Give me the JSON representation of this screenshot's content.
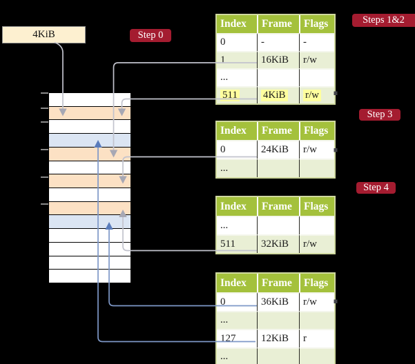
{
  "colors": {
    "background": "#000000",
    "table_header_green": "#a4c13c",
    "table_row_green": "#e9efd5",
    "table_row_white": "#ffffff",
    "table_outer_border": "#d0d9a0",
    "badge_red": "#a41c30",
    "page_box_cream": "#fdf0d0",
    "memory_orange": "#fce1c4",
    "memory_blue": "#dbe5f3",
    "highlight_yellow": "#ffff9e",
    "connector_gray": "#c2c3cd",
    "connector_gray_head": "#a7a8b4",
    "connector_blue": "#7e98c8",
    "connector_blue_head": "#5a7cbb",
    "nub_dark": "#44454a",
    "tick_gray": "#8a8a8a"
  },
  "page_box": {
    "label": "4KiB"
  },
  "badges": {
    "step0": "Step 0",
    "steps12": "Steps 1&2",
    "step3": "Step 3",
    "step4": "Step 4"
  },
  "memory": {
    "rows": [
      "white",
      "orange",
      "white",
      "blue",
      "orange",
      "white",
      "orange",
      "white",
      "orange",
      "blue",
      "white",
      "white",
      "white",
      "white"
    ]
  },
  "tables": [
    {
      "name": "page-table-steps-1-2",
      "headers": [
        "Index",
        "Frame",
        "Flags"
      ],
      "rows": [
        {
          "index": "0",
          "frame": "-",
          "flags": "-"
        },
        {
          "index": "1",
          "frame": "16KiB",
          "flags": "r/w"
        },
        {
          "index": "...",
          "frame": "",
          "flags": ""
        },
        {
          "index": "511",
          "frame": "4KiB",
          "flags": "r/w",
          "highlighted": true
        }
      ]
    },
    {
      "name": "page-table-step-3",
      "headers": [
        "Index",
        "Frame",
        "Flags"
      ],
      "rows": [
        {
          "index": "0",
          "frame": "24KiB",
          "flags": "r/w"
        },
        {
          "index": "...",
          "frame": "",
          "flags": ""
        }
      ]
    },
    {
      "name": "page-table-step-4-upper",
      "headers": [
        "Index",
        "Frame",
        "Flags"
      ],
      "rows": [
        {
          "index": "...",
          "frame": "",
          "flags": ""
        },
        {
          "index": "511",
          "frame": "32KiB",
          "flags": "r/w"
        }
      ]
    },
    {
      "name": "page-table-step-4-lower",
      "headers": [
        "Index",
        "Frame",
        "Flags"
      ],
      "rows": [
        {
          "index": "0",
          "frame": "36KiB",
          "flags": "r/w"
        },
        {
          "index": "...",
          "frame": "",
          "flags": ""
        },
        {
          "index": "127",
          "frame": "12KiB",
          "flags": "r"
        },
        {
          "index": "...",
          "frame": "",
          "flags": ""
        }
      ]
    }
  ]
}
